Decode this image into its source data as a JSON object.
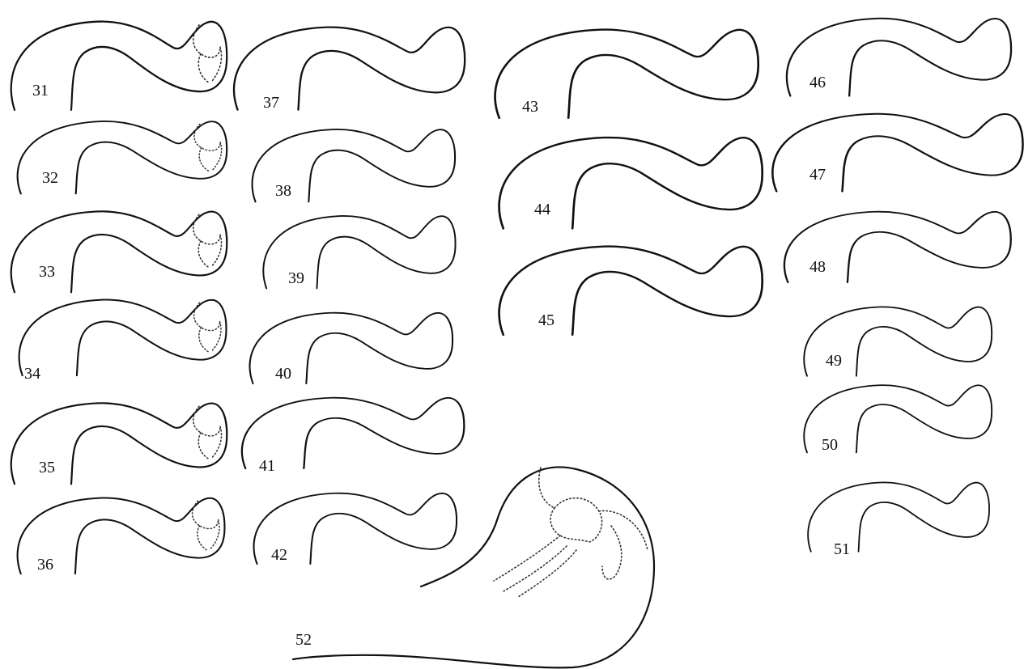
{
  "figure_numbers": [
    "31",
    "32",
    "33",
    "34",
    "35",
    "36",
    "37",
    "38",
    "39",
    "40",
    "41",
    "42",
    "43",
    "44",
    "45",
    "46",
    "47",
    "48",
    "49",
    "50",
    "51",
    "52"
  ],
  "colors": {
    "ink": "#111111",
    "background": "#ffffff"
  }
}
